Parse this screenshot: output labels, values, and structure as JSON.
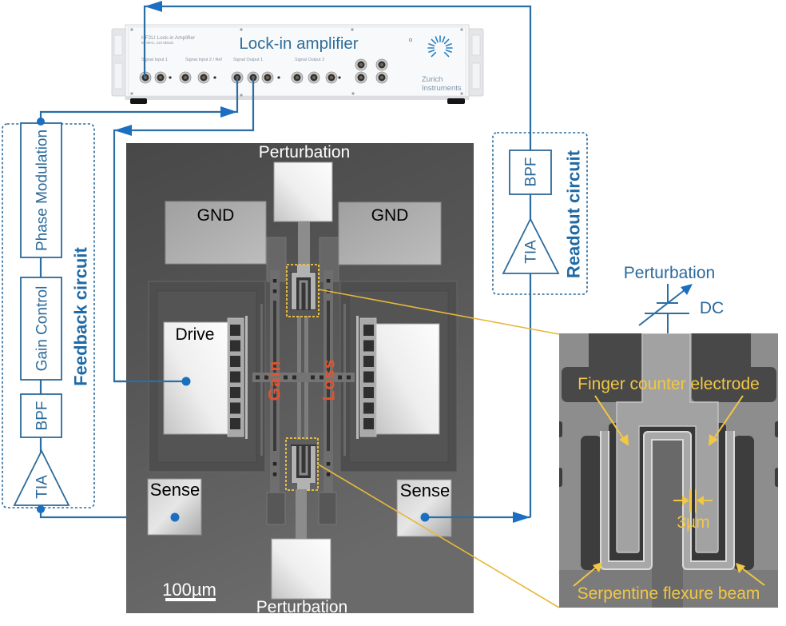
{
  "lock_in": {
    "label": "Lock-in amplifier",
    "model": "HF2LI Lock-in Amplifier",
    "spec": "50 MHz, 210 MSa/s",
    "panel_sections": [
      "Signal Input 1",
      "Signal Input 2 / Ref",
      "Signal Output 1",
      "Signal Output 2"
    ],
    "brand_line1": "Zurich",
    "brand_line2": "Instruments",
    "logo_icon": "sparkle-logo-icon"
  },
  "feedback_circuit": {
    "title": "Feedback circuit",
    "blocks": {
      "phase_modulation": "Phase Modulation",
      "gain_control": "Gain Control",
      "bpf": "BPF",
      "tia": "TIA"
    }
  },
  "readout_circuit": {
    "title": "Readout circuit",
    "blocks": {
      "bpf": "BPF",
      "tia": "TIA"
    }
  },
  "device_sem": {
    "perturbation_top": "Perturbation",
    "perturbation_bottom": "Perturbation",
    "gnd_left": "GND",
    "gnd_right": "GND",
    "drive": "Drive",
    "sense_left": "Sense",
    "sense_right": "Sense",
    "gain": "Gain",
    "loss": "Loss",
    "scale_bar": "100µm"
  },
  "perturbation_source": {
    "label": "Perturbation",
    "dc_label": "DC",
    "symbol": "variable-capacitor-icon"
  },
  "zoom_inset": {
    "finger_label": "Finger counter electrode",
    "gap_label": "3µm",
    "serpentine_label": "Serpentine flexure beam"
  },
  "colors": {
    "wire": "#2a6ea3",
    "node": "#1b6fc0",
    "label": "#2c6a9a",
    "title": "#1f6aa5",
    "annotation": "#f2c744",
    "connector_line": "#e6b83a",
    "gain_loss": "#e2532f"
  }
}
